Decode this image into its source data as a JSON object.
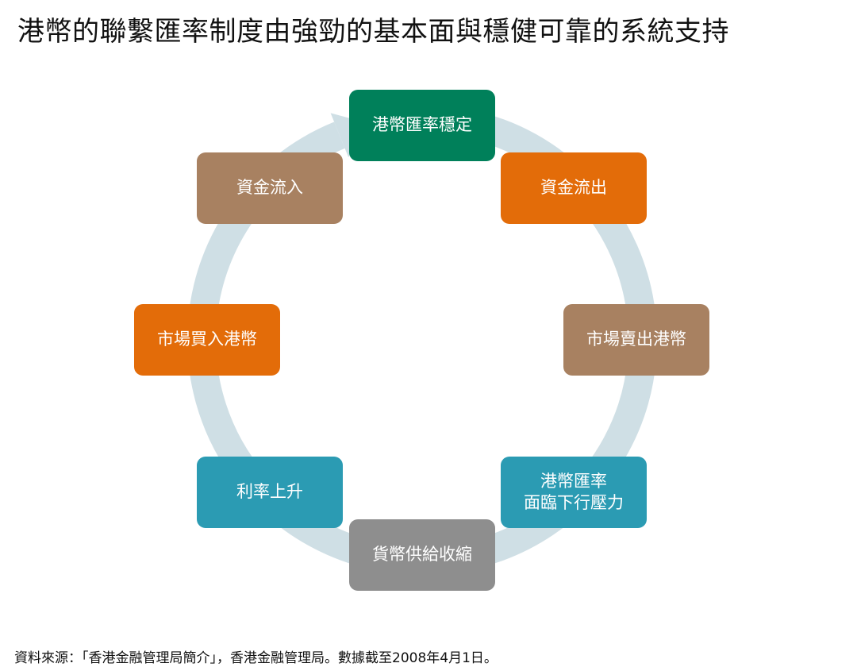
{
  "title": "港幣的聯繫匯率制度由強勁的基本面與穩健可靠的系統支持",
  "cycle": {
    "arrow_color": "#cfdfe5",
    "nodes": [
      {
        "label": "港幣匯率穩定",
        "color": "#00805a"
      },
      {
        "label": "資金流出",
        "color": "#e36c09"
      },
      {
        "label": "市場賣出港幣",
        "color": "#a88161"
      },
      {
        "label": "港幣匯率\n面臨下行壓力",
        "color": "#2b9bb3"
      },
      {
        "label": "貨幣供給收縮",
        "color": "#8e8e8e"
      },
      {
        "label": "利率上升",
        "color": "#2b9bb3"
      },
      {
        "label": "市場買入港幣",
        "color": "#e36c09"
      },
      {
        "label": "資金流入",
        "color": "#a88161"
      }
    ]
  },
  "source": "資料來源：「香港金融管理局簡介」，香港金融管理局。數據截至2008年4月1日。"
}
